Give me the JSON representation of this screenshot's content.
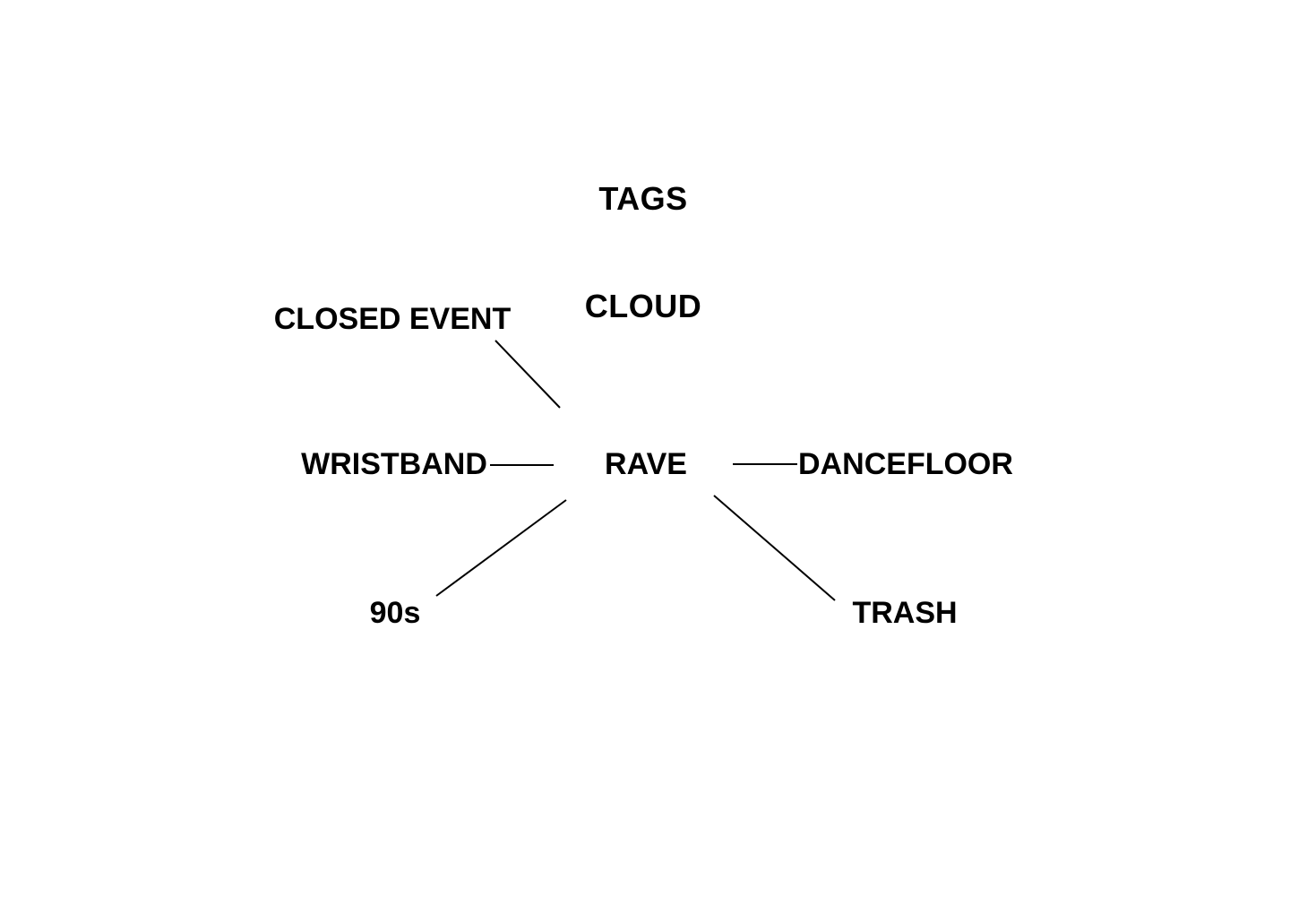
{
  "title": {
    "line1": "TAGS",
    "line2": "CLOUD",
    "full_text": "TAGS CLOUD"
  },
  "center": {
    "label": "RAVE"
  },
  "nodes": [
    {
      "label": "CLOSED EVENT"
    },
    {
      "label": "WRISTBAND"
    },
    {
      "label": "DANCEFLOOR"
    },
    {
      "label": "90s"
    },
    {
      "label": "TRASH"
    }
  ],
  "edges": [
    {
      "from": "RAVE",
      "to": "CLOSED EVENT"
    },
    {
      "from": "RAVE",
      "to": "WRISTBAND"
    },
    {
      "from": "RAVE",
      "to": "DANCEFLOOR"
    },
    {
      "from": "RAVE",
      "to": "90s"
    },
    {
      "from": "RAVE",
      "to": "TRASH"
    }
  ],
  "colors": {
    "background": "#ffffff",
    "text": "#000000",
    "edge": "#000000"
  }
}
